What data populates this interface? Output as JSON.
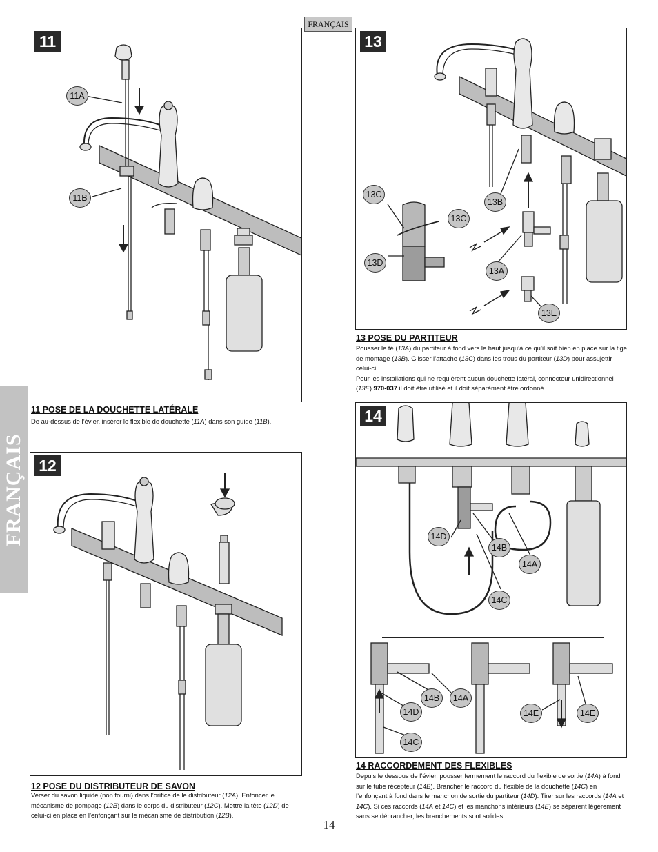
{
  "header": {
    "language_tab": "FRANÇAIS"
  },
  "sidebar": {
    "label": "FRANÇAIS"
  },
  "steps": {
    "s11": {
      "number": "11",
      "title": "11  POSE DE LA DOUCHETTE LATÉRALE",
      "callouts": {
        "a": "11A",
        "b": "11B"
      },
      "body": {
        "t1": "De au-dessus de l’évier, insérer le flexible de douchette (",
        "r1": "11A",
        "t2": ") dans son guide (",
        "r2": "11B",
        "t3": ")."
      }
    },
    "s12": {
      "number": "12",
      "title": "12  POSE DU DISTRIBUTEUR DE SAVON",
      "body": {
        "t1": "Verser du savon liquide (non fourni) dans l’orifice de le distributeur (",
        "r1": "12A",
        "t2": "). Enfoncer le mécanisme de pompage (",
        "r2": "12B",
        "t3": ") dans le corps du distributeur (",
        "r3": "12C",
        "t4": "). Mettre la tête (",
        "r4": "12D",
        "t5": ") de celui-ci en place en l’enfonçant sur le mécanisme de distribution (",
        "r5": "12B",
        "t6": ")."
      }
    },
    "s13": {
      "number": "13",
      "title": "13  POSE DU PARTITEUR",
      "callouts": {
        "c1": "13C",
        "b": "13B",
        "c2": "13C",
        "d": "13D",
        "a": "13A",
        "e": "13E"
      },
      "body": {
        "t1": "Pousser le té (",
        "r1": "13A",
        "t2": ") du partiteur à fond vers le haut jusqu’à ce qu’il soit bien en place sur la tige de montage (",
        "r2": "13B",
        "t3": "). Glisser l’attache (",
        "r3": "13C",
        "t4": ") dans les trous du partiteur (",
        "r4": "13D",
        "t5": ") pour assujettir celui-ci.",
        "t6": "Pour les installations qui ne requièrent aucun douchette latéral, connecteur unidirectionnel (",
        "r5": "13E",
        "t7": ") ",
        "part": "970-037",
        "t8": " il doit être utilisé et il doit séparément être ordonné."
      }
    },
    "s14": {
      "number": "14",
      "title": "14  RACCORDEMENT DES FLEXIBLES",
      "callouts": {
        "d": "14D",
        "b": "14B",
        "a": "14A",
        "c": "14C",
        "b2": "14B",
        "a2": "14A",
        "d2": "14D",
        "c2": "14C",
        "e1": "14E",
        "e2": "14E"
      },
      "body": {
        "t1": "Depuis le dessous de l’évier, pousser fermement le raccord du flexible de sortie (",
        "r1": "14A",
        "t2": ") à fond sur le tube récepteur (",
        "r2": "14B",
        "t3": "). Brancher le raccord du flexible de la douchette (",
        "r3": "14C",
        "t4": ") en l’enfonçant à fond dans le manchon de sortie du partiteur (",
        "r4": "14D",
        "t5": "). Tirer sur les raccords (",
        "r5": "14A",
        "t6": " et ",
        "r6": "14C",
        "t7": "). Si ces raccords  (",
        "r7": "14A",
        "t8": " et ",
        "r8": "14C",
        "t9": ") et les manchons intérieurs (",
        "r9": "14E",
        "t10": ") se séparent légèrement sans se débrancher, les branchements sont solides."
      }
    }
  },
  "footer": {
    "page_number": "14"
  }
}
